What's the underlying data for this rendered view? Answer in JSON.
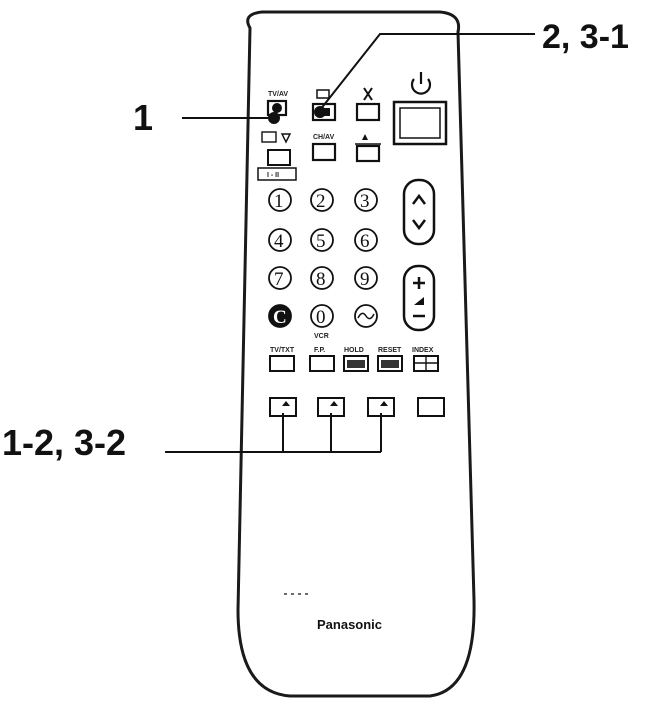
{
  "callouts": {
    "one": "1",
    "two": "2, 3-1",
    "three": "1-2, 3-2"
  },
  "remote": {
    "brand": "Panasonic",
    "top_labels": [
      "TV/AV",
      "",
      "",
      "",
      "",
      "CH/AV",
      "",
      ""
    ],
    "row3_labels": [
      "TV/TXT",
      "F.P.",
      "HOLD",
      "RESET",
      "INDEX"
    ],
    "digits": [
      "1",
      "2",
      "3",
      "4",
      "5",
      "6",
      "7",
      "8",
      "9",
      "C",
      "0",
      ""
    ],
    "zero_sub": "VCR",
    "colors": {
      "outline": "#1a1a1a",
      "paper": "#ffffff"
    }
  }
}
